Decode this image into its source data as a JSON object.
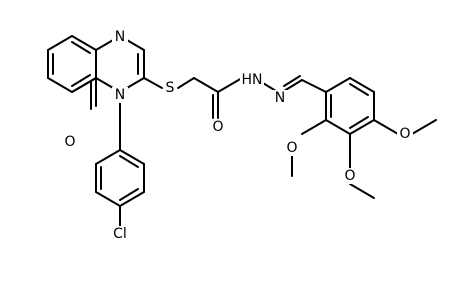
{
  "structure": {
    "atoms": {
      "N_ring_top": "N",
      "N_ring_bottom": "N",
      "O_carbonyl_ring": "O",
      "S_thioether": "S",
      "O_amide": "O",
      "NH_hydrazide": "HN",
      "N_imine": "N",
      "O_methoxy_2": "O",
      "O_methoxy_3": "O",
      "O_methoxy_4": "O",
      "Cl_chloro": "Cl"
    }
  }
}
